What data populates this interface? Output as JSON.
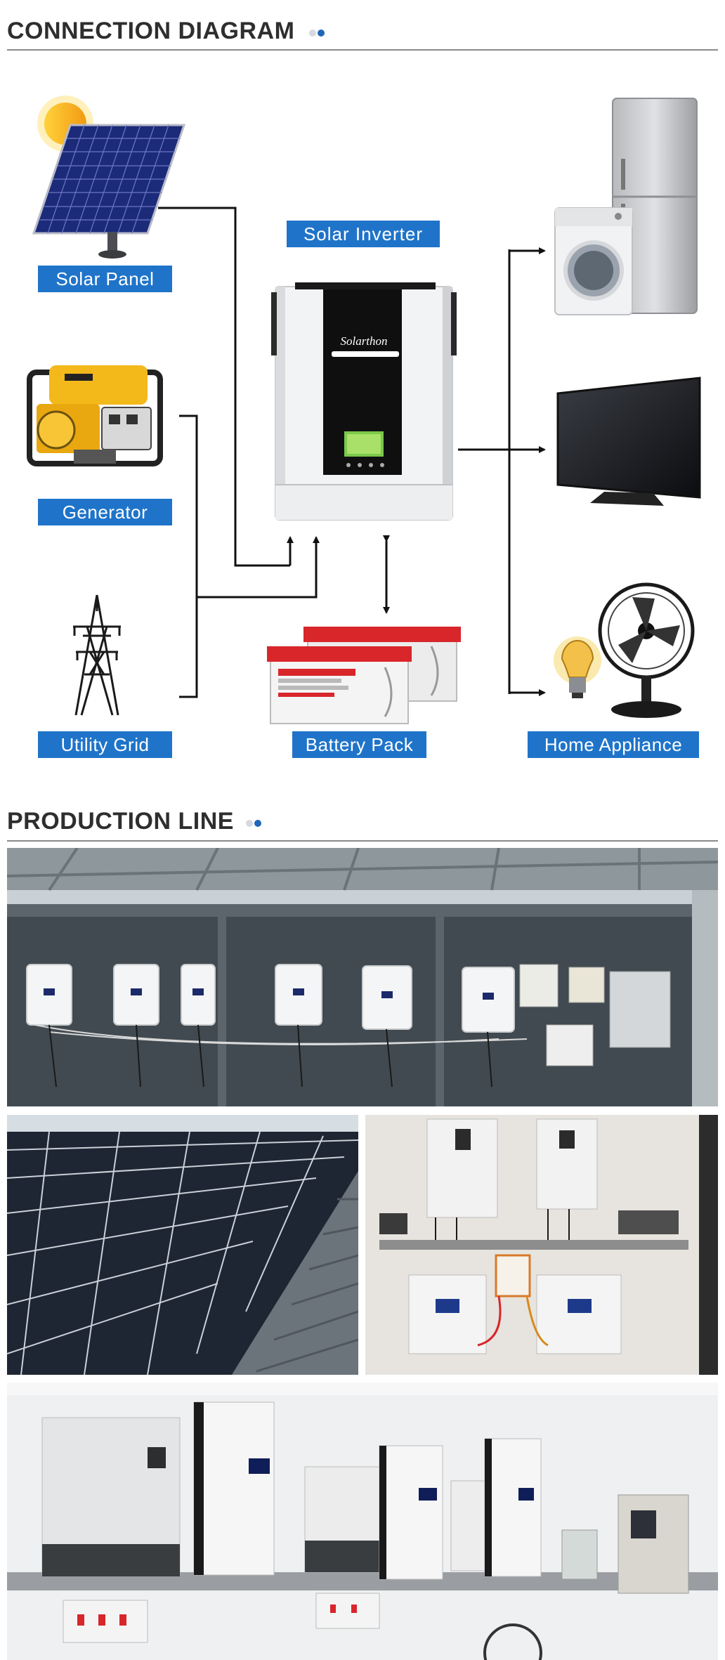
{
  "connection": {
    "title": "CONNECTION DIAGRAM",
    "labels": {
      "solar_panel": "Solar Panel",
      "generator": "Generator",
      "utility_grid": "Utility Grid",
      "solar_inverter": "Solar Inverter",
      "battery_pack": "Battery Pack",
      "home_appliance": "Home Appliance"
    },
    "inverter_brand": "Solarthon",
    "icons": [
      "sun-icon",
      "solar-panel-icon",
      "generator-icon",
      "transmission-tower-icon",
      "inverter-icon",
      "battery-icon",
      "refrigerator-icon",
      "washing-machine-icon",
      "television-icon",
      "light-bulb-icon",
      "fan-icon"
    ]
  },
  "production": {
    "title": "PRODUCTION LINE"
  },
  "colors": {
    "label_blue": "#1f74c9",
    "accent_dot": "#1f67b8",
    "title_text": "#2e2e2e"
  }
}
